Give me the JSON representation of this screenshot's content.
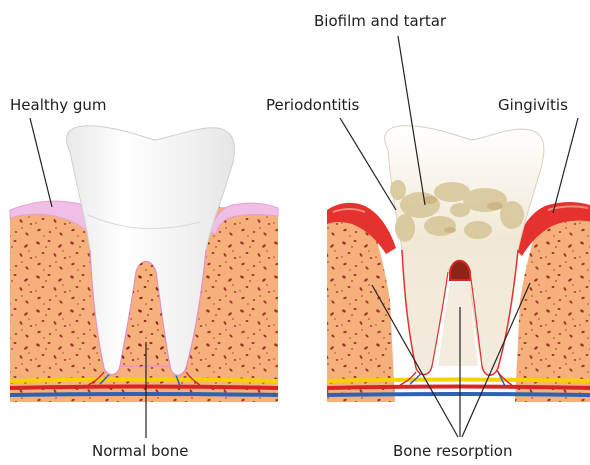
{
  "labels": {
    "healthy_gum": "Healthy gum",
    "normal_bone": "Normal bone",
    "biofilm_and_tartar": "Biofilm and tartar",
    "periodontitis": "Periodontitis",
    "gingivitis": "Gingivitis",
    "bone_resorption": "Bone resorption"
  },
  "colors": {
    "bone": "#f6b07c",
    "bone_speckle": "#8e2418",
    "healthy_gum": "#f1bfe6",
    "inflamed_gum": "#e5322f",
    "tooth": "#ffffff",
    "diseased_tooth": "#f4eddd",
    "tartar": "#d8c79a",
    "nerve_yellow": "#f5d200",
    "artery_red": "#d92424",
    "vein_blue": "#2f61b5",
    "leader_line": "#222222"
  }
}
